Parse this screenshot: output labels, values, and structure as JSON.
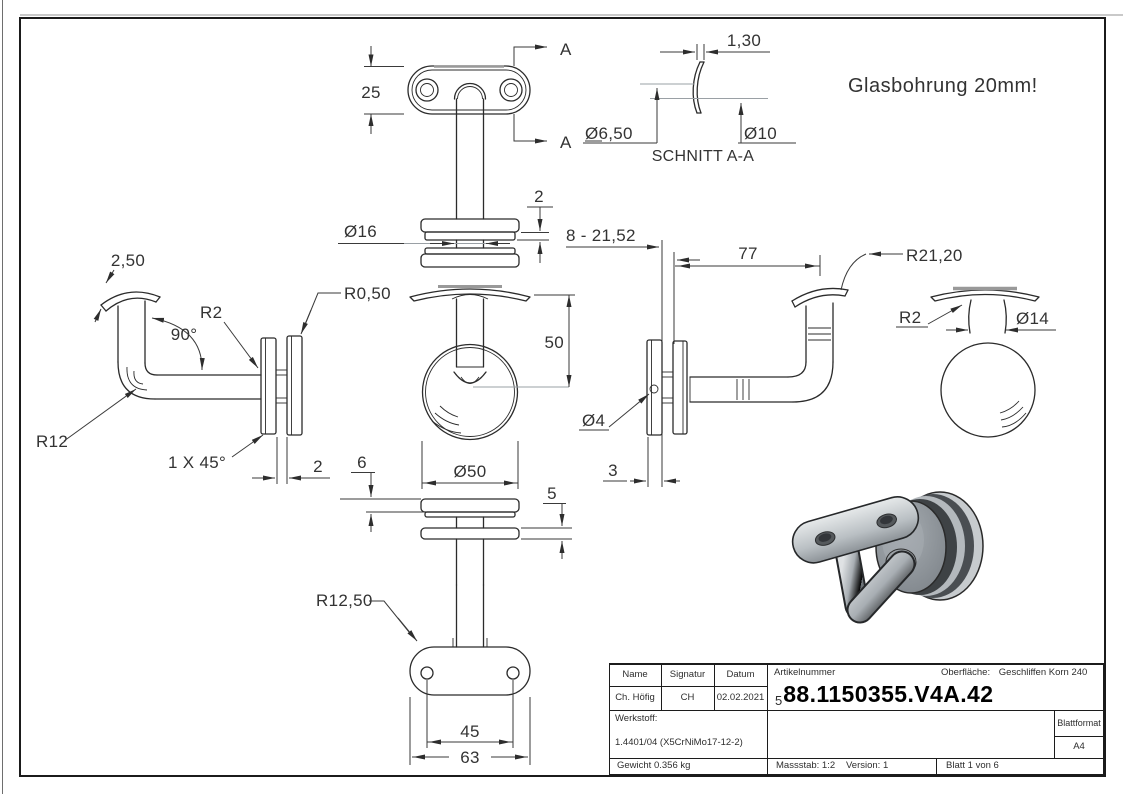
{
  "note": "Glasbohrung 20mm!",
  "views": {
    "top": {
      "width": "25",
      "section_a": "A"
    },
    "section": {
      "title": "SCHNITT A-A",
      "lip_width": "1,30",
      "dia_inner": "Ø6,50",
      "dia_outer": "Ø10"
    },
    "left": {
      "saddle_thickness": "2,50",
      "fillet": "R2",
      "angle": "90°",
      "bend_radius": "R12",
      "chamfer": "1 X 45°",
      "edge_radius": "R0,50",
      "glass_gap": "2"
    },
    "exploded": {
      "neck_dia": "Ø16",
      "gap": "2",
      "clamp_range": "8 - 21,52",
      "height": "50",
      "disc_dia": "Ø50",
      "upper_disc": "6",
      "lower_disc": "5"
    },
    "bottom": {
      "corner_radius": "R12,50",
      "hole_spacing": "45",
      "plate_length": "63"
    },
    "side": {
      "arm_length": "77",
      "saddle_radius": "R21,20",
      "hole_dia": "Ø4",
      "disc_thickness": "3"
    },
    "disc_front": {
      "fillet": "R2",
      "neck_dia": "Ø14"
    }
  },
  "title_block": {
    "col_name": "Name",
    "col_signature": "Signatur",
    "col_date": "Datum",
    "name": "Ch. Höfig",
    "signature": "CH",
    "date": "02.02.2021",
    "article_label": "Artikelnummer",
    "article_prefix": "5",
    "article_number": "88.1150355.V4A.42",
    "surface_label": "Oberfläche:",
    "surface_value": "Geschliffen Korn 240",
    "material_label": "Werkstoff:",
    "material_value": "1.4401/04 (X5CrNiMo17-12-2)",
    "weight": "Gewicht 0.356 kg",
    "scale": "Massstab: 1:2",
    "version": "Version: 1",
    "sheet": "Blatt 1 von 6",
    "format_label": "Blattformat",
    "format_value": "A4"
  }
}
